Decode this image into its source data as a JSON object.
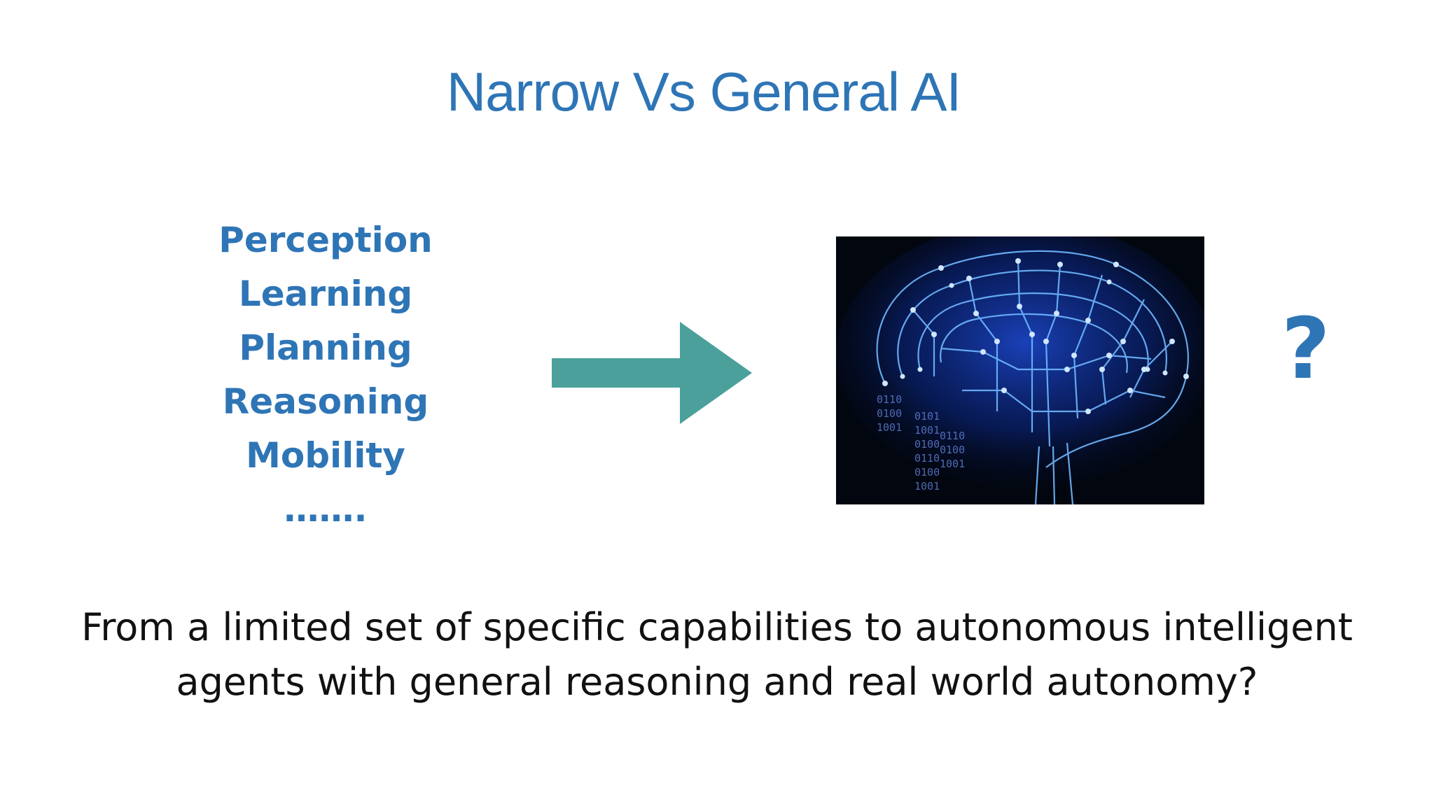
{
  "slide": {
    "title": "Narrow Vs General AI",
    "capabilities": [
      "Perception",
      "Learning",
      "Planning",
      "Reasoning",
      "Mobility",
      "……."
    ],
    "question_mark": "?",
    "statement_lines": [
      "From a limited set of specific capabilities to autonomous intelligent",
      "agents with general reasoning and real world autonomy?"
    ],
    "brain_image": {
      "binary_left": [
        "0110",
        "0100",
        "1001"
      ],
      "binary_mid": [
        "0101",
        "1001",
        "0100",
        "0110",
        "0100",
        "1001"
      ],
      "binary_mid2": [
        "0110",
        "0100",
        "1001"
      ]
    }
  },
  "colors": {
    "title": "#2e75b6",
    "arrow": "#4ba09b",
    "statement": "#111111"
  },
  "icons": {
    "arrow": "right-arrow-icon",
    "brain": "circuit-brain-image"
  }
}
